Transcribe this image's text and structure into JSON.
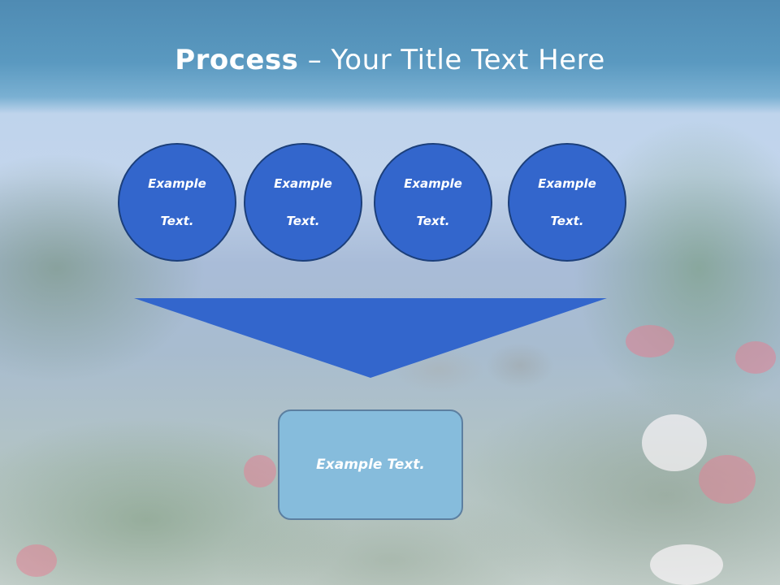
{
  "slide": {
    "title_bold": "Process",
    "title_rest": " – Your Title Text Here"
  },
  "circles": [
    {
      "line1": "Example",
      "line2": "Text."
    },
    {
      "line1": "Example",
      "line2": "Text."
    },
    {
      "line1": "Example",
      "line2": "Text."
    },
    {
      "line1": "Example",
      "line2": "Text."
    }
  ],
  "result": {
    "label": "Example Text."
  },
  "colors": {
    "circle_fill": "#3366cc",
    "circle_border": "#1c3f7a",
    "funnel_fill": "#3366cc",
    "result_fill": "#86bcdc",
    "header": "#4f8bb3"
  }
}
